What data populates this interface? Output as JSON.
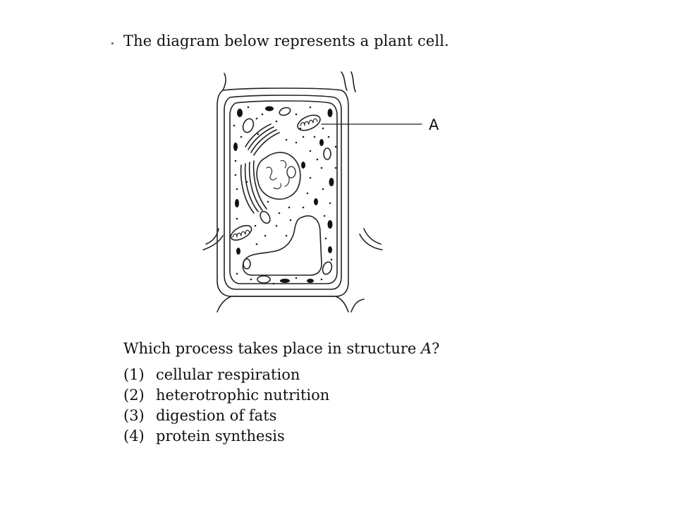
{
  "intro_text": "The diagram below represents a plant cell.",
  "diagram": {
    "label": "A"
  },
  "question": {
    "before": "Which process takes place in structure ",
    "structure": "A",
    "after": "?"
  },
  "choices": [
    {
      "number": "(1)",
      "text": "cellular respiration"
    },
    {
      "number": "(2)",
      "text": "heterotrophic nutrition"
    },
    {
      "number": "(3)",
      "text": "digestion of fats"
    },
    {
      "number": "(4)",
      "text": "protein synthesis"
    }
  ]
}
